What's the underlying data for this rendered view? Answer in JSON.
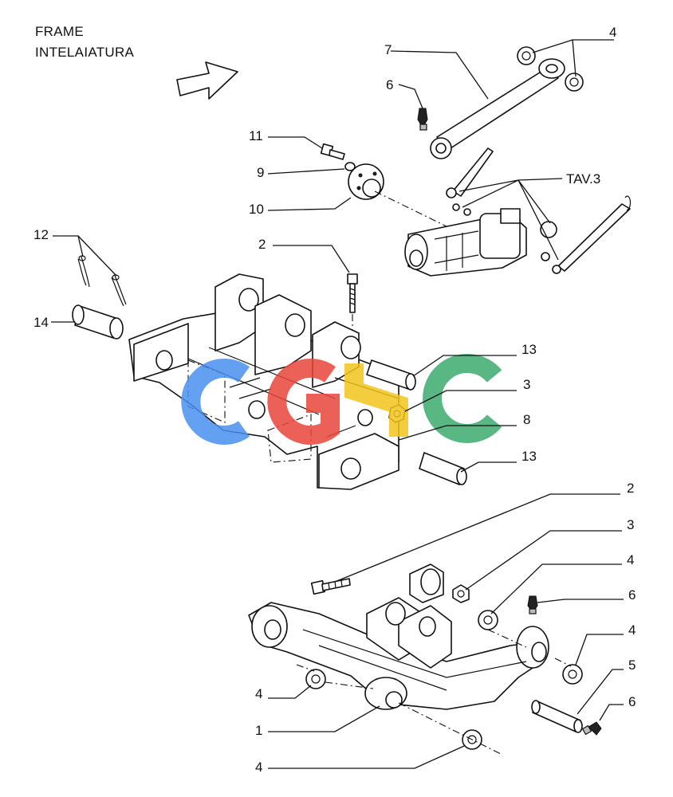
{
  "header": {
    "title_en": "FRAME",
    "title_it": "INTELAIATURA"
  },
  "callouts": {
    "c4a": "4",
    "c7": "7",
    "c6a": "6",
    "c11": "11",
    "c9": "9",
    "c10": "10",
    "ctav": "TAV.3",
    "c12": "12",
    "c2a": "2",
    "c14": "14",
    "c13a": "13",
    "c3a": "3",
    "c8": "8",
    "c13b": "13",
    "c2b": "2",
    "c3b": "3",
    "c4b": "4",
    "c6b": "6",
    "c4c": "4",
    "c5": "5",
    "c6c": "6",
    "c4d": "4",
    "c1": "1",
    "c4e": "4"
  },
  "watermark": {
    "letters": [
      "C",
      "G",
      "S",
      "C"
    ],
    "colors": [
      "#4a90f0",
      "#e8463a",
      "#f2c51c",
      "#3bab6e"
    ]
  },
  "colors": {
    "line": "#111111",
    "background": "#ffffff"
  }
}
